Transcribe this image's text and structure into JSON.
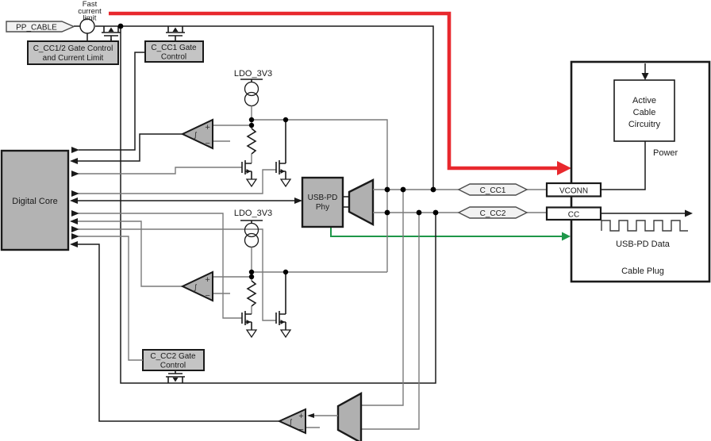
{
  "colors": {
    "accent_red": "#e8282d",
    "accent_green": "#1e9749",
    "block_fill": "#b3b3b3",
    "control_box_fill": "#c4c4c4",
    "wire_gray": "#7a7a7a",
    "flag_fill": "#f2f2f2"
  },
  "source": {
    "pp_cable_label": "PP_CABLE",
    "fast_current_limit_lines": [
      "Fast",
      "current",
      "limit"
    ]
  },
  "control_boxes": {
    "cc12_gate_lines": [
      "C_CC1/2 Gate Control",
      "and Current Limit"
    ],
    "cc1_gate_lines": [
      "C_CC1 Gate",
      "Control"
    ],
    "cc2_gate_lines": [
      "C_CC2 Gate",
      "Control"
    ]
  },
  "rails": {
    "ldo_top": "LDO_3V3",
    "ldo_bottom": "LDO_3V3"
  },
  "blocks": {
    "digital_core": "Digital Core",
    "usbpd_phy_lines": [
      "USB-PD",
      "Phy"
    ]
  },
  "signals": {
    "c_cc1": "C_CC1",
    "c_cc2": "C_CC2",
    "vconn": "VCONN",
    "cc": "CC"
  },
  "cable_plug": {
    "title": "Cable Plug",
    "active_cable_lines": [
      "Active",
      "Cable",
      "Circuitry"
    ],
    "power_label": "Power",
    "usbpd_data_label": "USB-PD Data"
  },
  "symbols": {
    "integrator": "∫",
    "plus": "+",
    "minus": "−"
  }
}
